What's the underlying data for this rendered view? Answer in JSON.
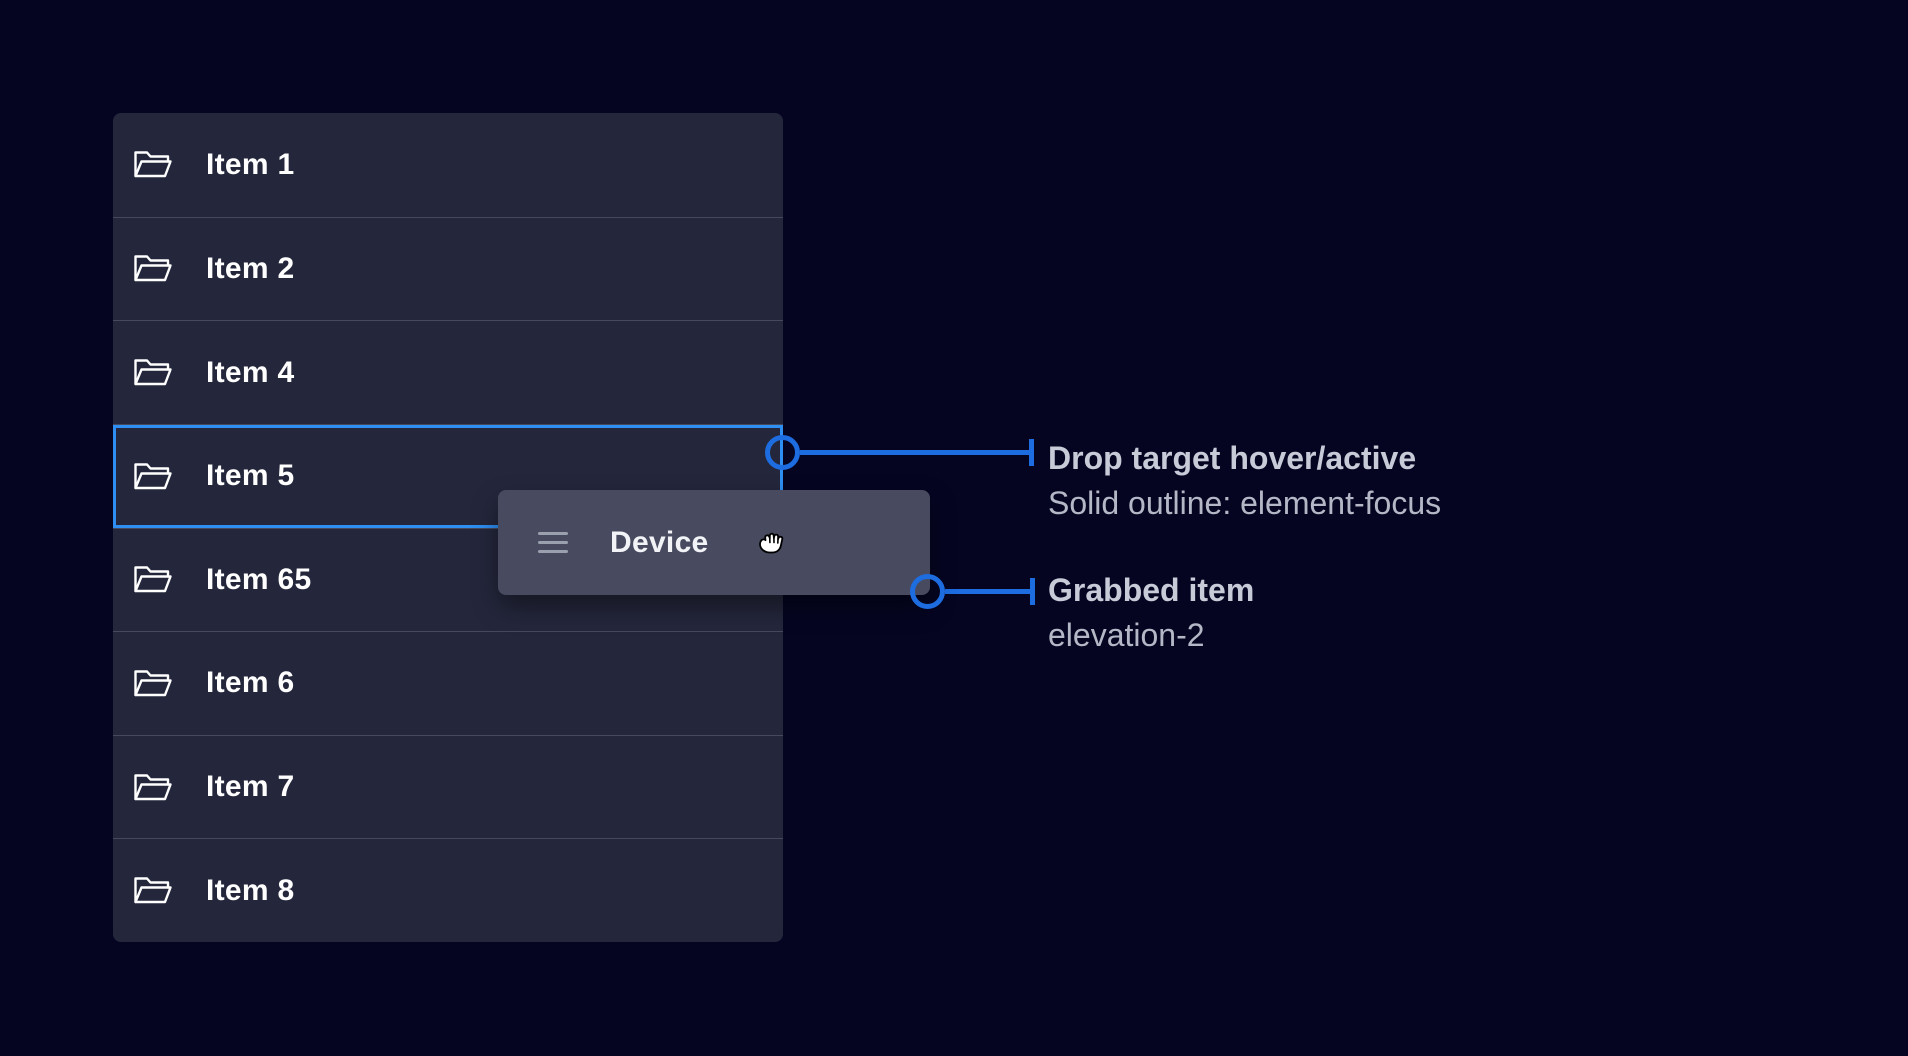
{
  "list": {
    "items": [
      {
        "label": "Item 1"
      },
      {
        "label": "Item 2"
      },
      {
        "label": "Item 4"
      },
      {
        "label": "Item 5"
      },
      {
        "label": "Item 65"
      },
      {
        "label": "Item 6"
      },
      {
        "label": "Item 7"
      },
      {
        "label": "Item 8"
      }
    ],
    "drop_target_label": "Item 5",
    "row_icon": "folder-open-icon"
  },
  "drag_card": {
    "label": "Device",
    "handle_icon": "drag-handle-icon",
    "cursor_icon": "grabbing-hand-cursor-icon"
  },
  "annotations": {
    "drop_target": {
      "title": "Drop target hover/active",
      "subtitle": "Solid outline: element-focus"
    },
    "grabbed": {
      "title": "Grabbed item",
      "subtitle": "elevation-2"
    }
  },
  "colors": {
    "page_background": "#050522",
    "panel_background": "#24273c",
    "row_divider": "#46495c",
    "item_text": "#ffffff",
    "drop_outline_blue": "#2e8ef2",
    "callout_blue": "#1d6ce0",
    "card_background": "#484b5f",
    "drag_handle": "#9ba0af",
    "annotation_title": "#c7cad7",
    "annotation_subtitle": "#b4b8c6"
  }
}
